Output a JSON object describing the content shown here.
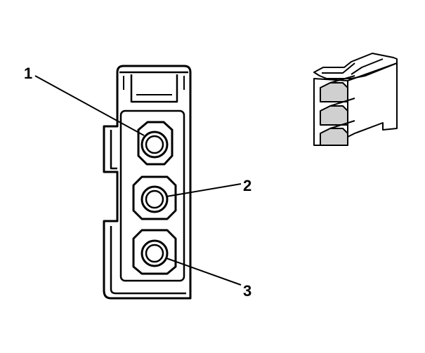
{
  "callouts": [
    {
      "id": "1",
      "label": "1",
      "target": "cavity-1"
    },
    {
      "id": "2",
      "label": "2",
      "target": "cavity-2"
    },
    {
      "id": "3",
      "label": "3",
      "target": "cavity-3"
    }
  ],
  "colors": {
    "line": "#000000",
    "background": "#ffffff",
    "shade": "#d0d0d0"
  }
}
